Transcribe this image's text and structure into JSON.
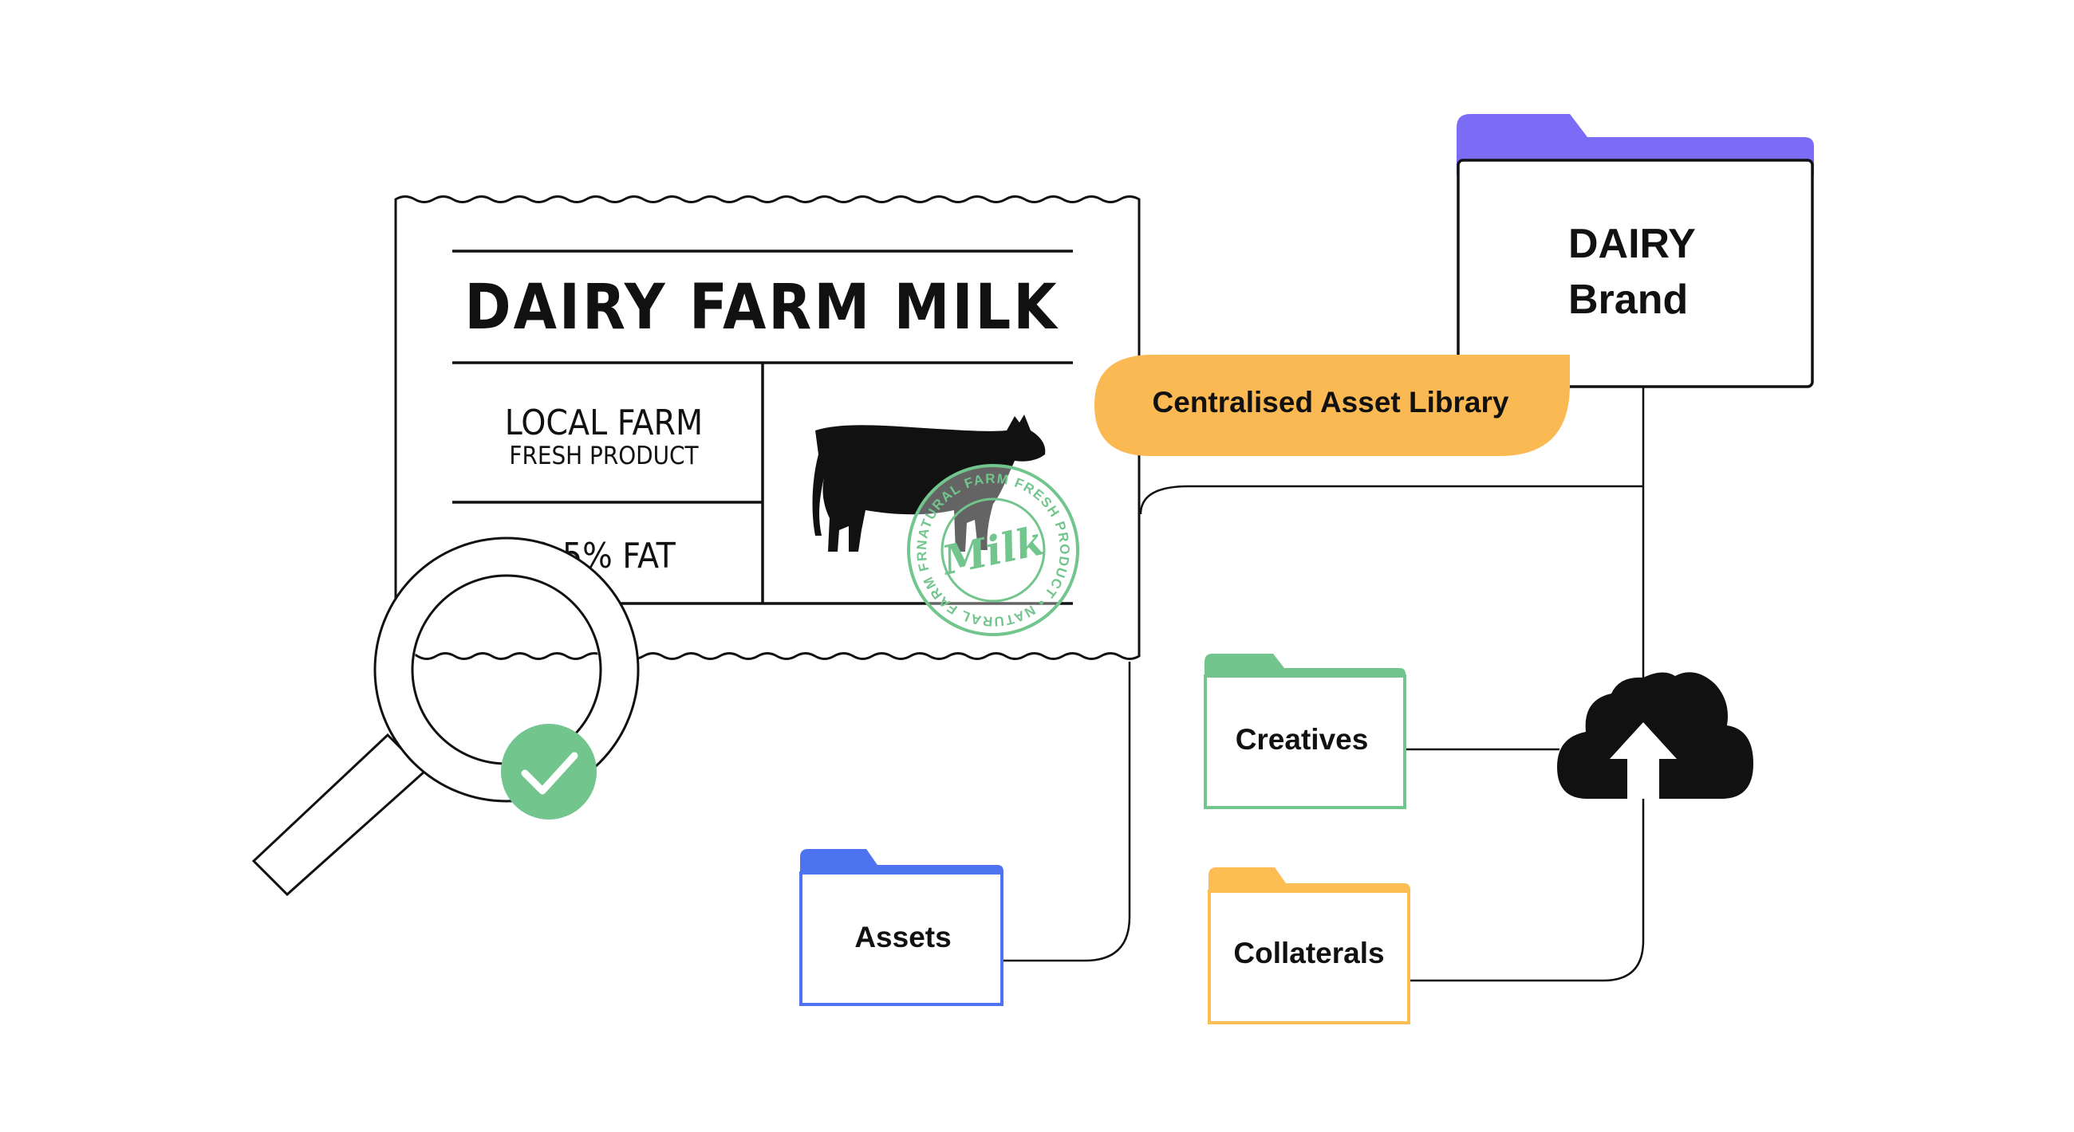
{
  "label": {
    "title": "DAIRY FARM MILK",
    "local_farm": "LOCAL FARM",
    "fresh_product": "FRESH PRODUCT",
    "fat": "2.5% FAT"
  },
  "stamp": {
    "ring_text": "NATURAL FARM FRESH PRODUCT • NATURAL FARM FRESH PRODUCT •",
    "script_text": "Milk"
  },
  "library_pill": {
    "label": "Centralised Asset Library"
  },
  "brand_folder": {
    "line1": "DAIRY",
    "line2": "Brand"
  },
  "folders": {
    "creatives": "Creatives",
    "collaterals": "Collaterals",
    "assets": "Assets"
  },
  "colors": {
    "ink": "#111111",
    "purple": "#7B6CF6",
    "green": "#72C58C",
    "yellow": "#FCBD53",
    "blue": "#4E73F0",
    "pill": "#FBB953"
  },
  "icons": [
    "magnifier-icon",
    "check-icon",
    "cow-icon",
    "stamp-icon",
    "cloud-upload-icon",
    "folder-icon"
  ]
}
